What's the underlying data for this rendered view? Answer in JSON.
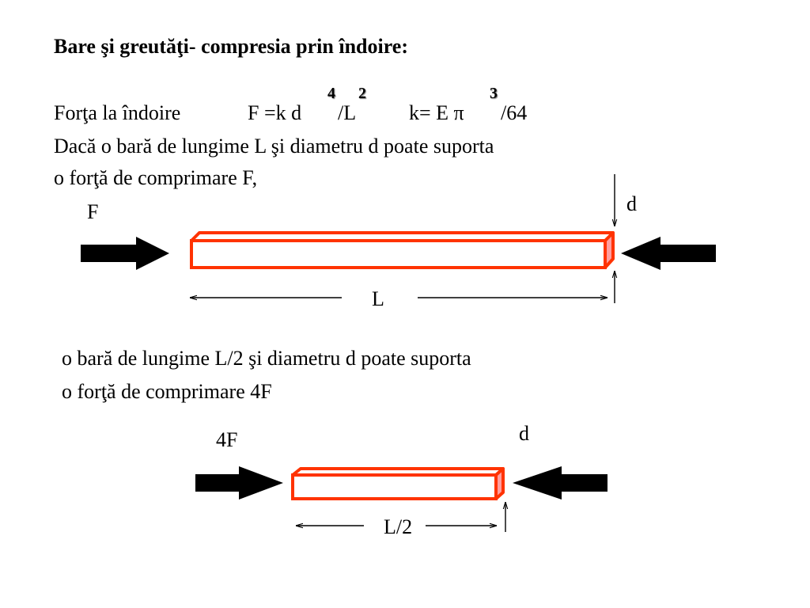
{
  "title": "Bare şi greutăţi- compresia prin îndoire:",
  "formula": {
    "label": "Forţa la îndoire",
    "f_lhs": "F =k  d",
    "exp_d": "4",
    "slash_L": "/L",
    "exp_L": "2",
    "k_lhs": "k= E π",
    "exp_pi": "3",
    "k_rhs": "/64"
  },
  "paragraph1": {
    "line1": "Dacă  o bară de lungime L şi diametru d poate suporta",
    "line2": "o forţă de comprimare F,"
  },
  "paragraph2": {
    "line1": "o bară de lungime L/2 şi diametru d poate suporta",
    "line2": "o forţă de comprimare 4F"
  },
  "diagram1": {
    "force_label": "F",
    "diameter_label": "d",
    "length_label": "L"
  },
  "diagram2": {
    "force_label": "4F",
    "diameter_label": "d",
    "length_label": "L/2"
  },
  "colors": {
    "bar_stroke": "#ff3300",
    "bar_fill": "#ffffff",
    "bar_end_fill": "#ff9e9e",
    "arrow": "#000000"
  }
}
